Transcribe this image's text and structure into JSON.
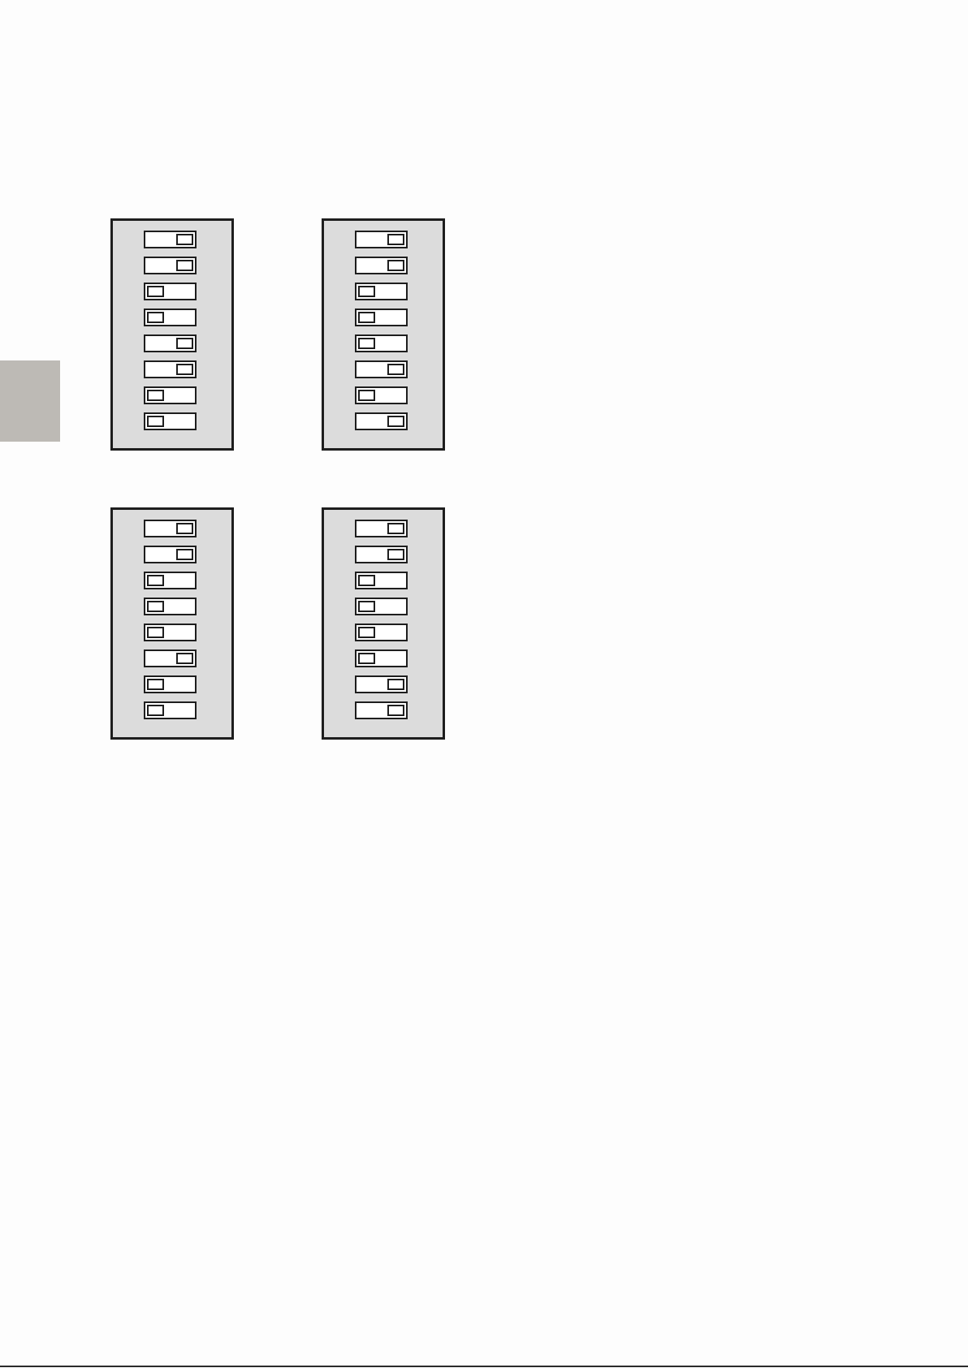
{
  "figure": {
    "panels": [
      {
        "switches": [
          "on",
          "on",
          "off",
          "off",
          "on",
          "on",
          "off",
          "off"
        ]
      },
      {
        "switches": [
          "on",
          "on",
          "off",
          "off",
          "off",
          "on",
          "off",
          "on"
        ]
      },
      {
        "switches": [
          "on",
          "on",
          "off",
          "off",
          "off",
          "on",
          "off",
          "off"
        ]
      },
      {
        "switches": [
          "on",
          "on",
          "off",
          "off",
          "off",
          "off",
          "on",
          "on"
        ]
      }
    ]
  },
  "colors": {
    "panel_fill": "#dcdcdc",
    "panel_border": "#1e1e1e",
    "side_tab": "#bdbab5",
    "switch_fill": "#ffffff"
  }
}
